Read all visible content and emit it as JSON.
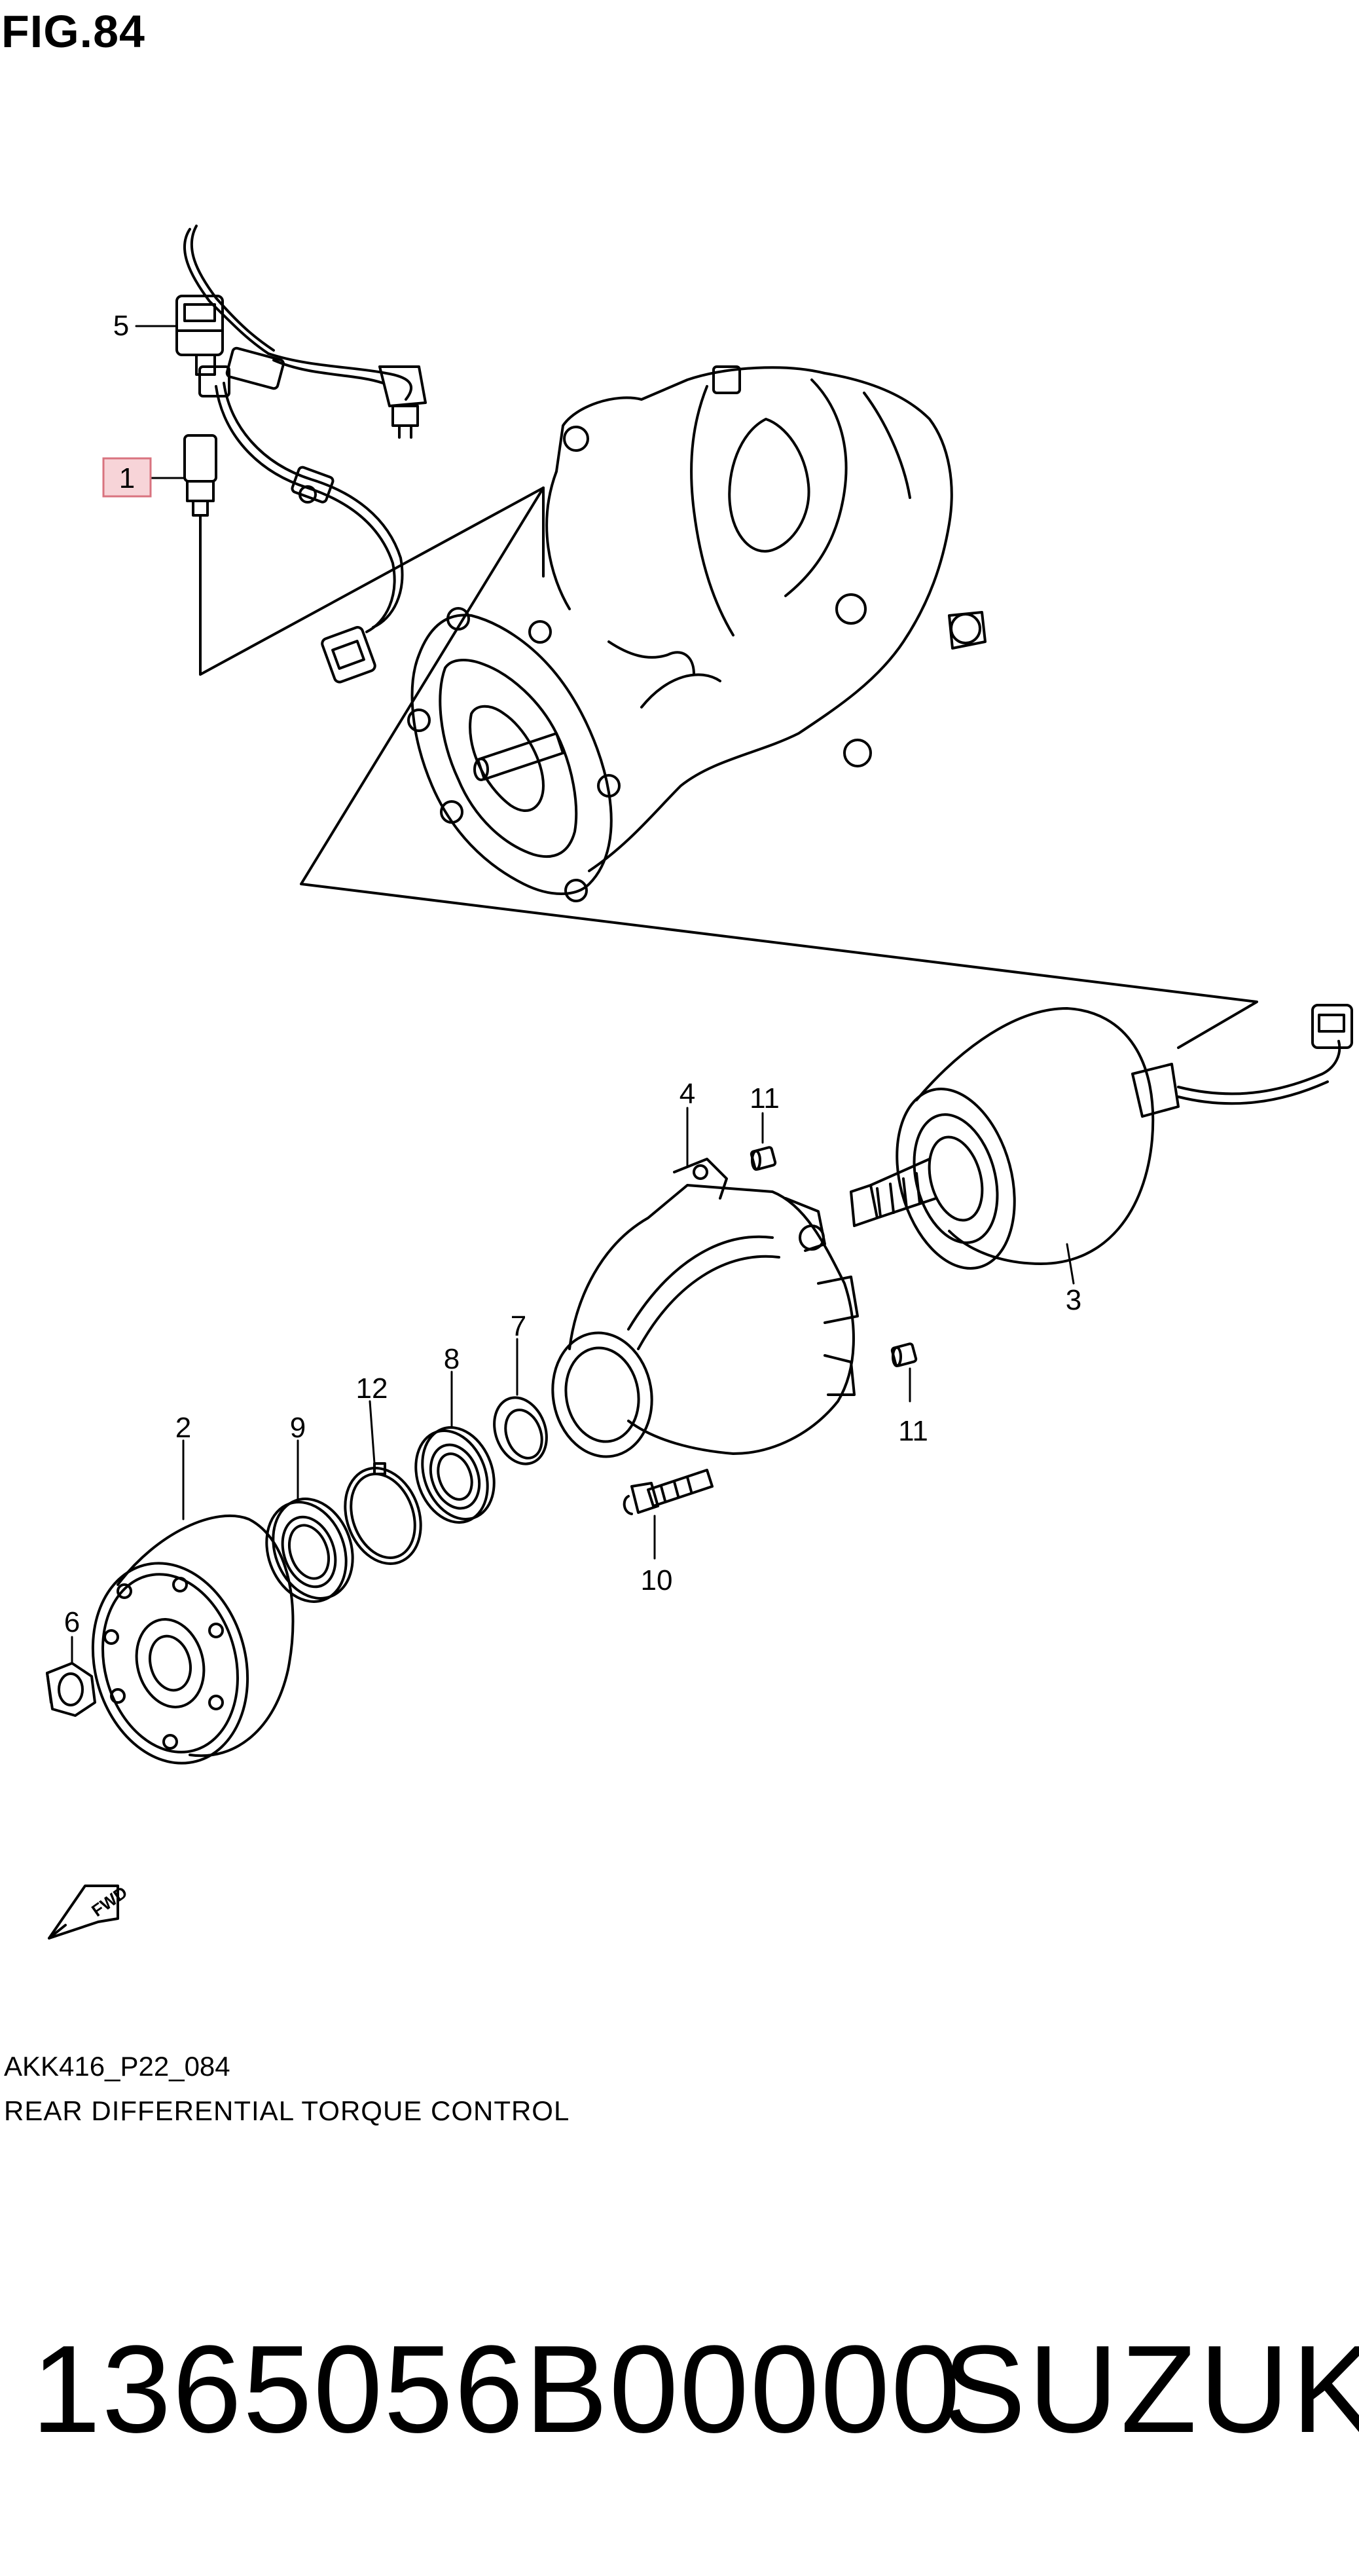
{
  "figure": {
    "title": "FIG.84",
    "code": "AKK416_P22_084",
    "caption": "REAR DIFFERENTIAL TORQUE CONTROL"
  },
  "callouts": [
    {
      "id": "c1",
      "label": "1",
      "highlighted": true
    },
    {
      "id": "c2",
      "label": "2"
    },
    {
      "id": "c3",
      "label": "3"
    },
    {
      "id": "c4",
      "label": "4"
    },
    {
      "id": "c5",
      "label": "5"
    },
    {
      "id": "c6",
      "label": "6"
    },
    {
      "id": "c7",
      "label": "7"
    },
    {
      "id": "c8",
      "label": "8"
    },
    {
      "id": "c9",
      "label": "9"
    },
    {
      "id": "c10",
      "label": "10"
    },
    {
      "id": "c11a",
      "label": "11"
    },
    {
      "id": "c11b",
      "label": "11"
    },
    {
      "id": "c12",
      "label": "12"
    }
  ],
  "fwd_arrow": {
    "text": "FWD",
    "icon": "fwd-arrow-icon"
  },
  "footer": {
    "part_number": "1365056B00000",
    "brand": "SUZUKI"
  },
  "colors": {
    "line": "#000000",
    "highlight_fill": "#f7d4d8",
    "highlight_border": "#d9737f"
  }
}
